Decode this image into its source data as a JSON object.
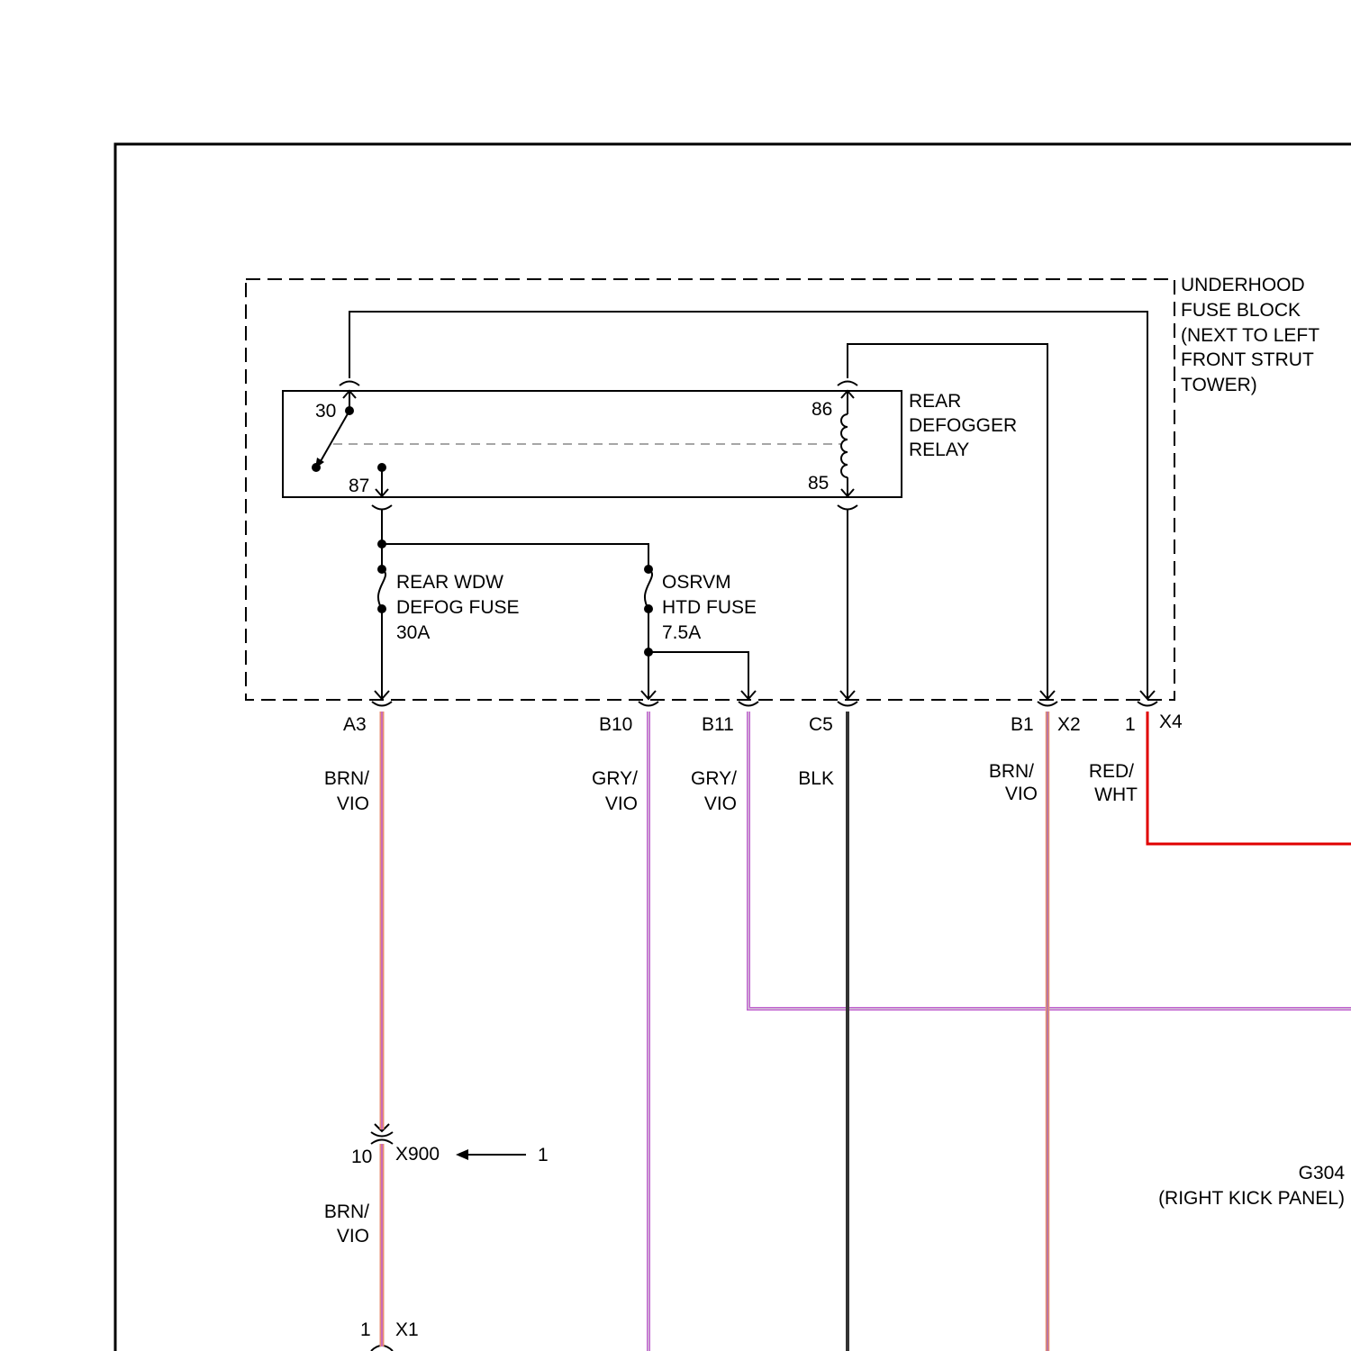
{
  "colors": {
    "BRN/VIO": [
      "#e89070",
      "#c060d0"
    ],
    "GRY/VIO": [
      "#c8c8c8",
      "#c060d0"
    ],
    "BLK": [
      "#333333",
      "#333333"
    ],
    "RED/WHT": [
      "#e00000",
      "#e00000"
    ]
  },
  "fuse_block": {
    "label": [
      "UNDERHOOD",
      "FUSE BLOCK",
      "(NEXT TO LEFT",
      "FRONT STRUT",
      "TOWER)"
    ]
  },
  "relay": {
    "label": [
      "REAR",
      "DEFOGGER",
      "RELAY"
    ],
    "pins": [
      "30",
      "87",
      "86",
      "85"
    ]
  },
  "fuses": [
    {
      "lines": [
        "REAR WDW",
        "DEFOG FUSE",
        "30A"
      ]
    },
    {
      "lines": [
        "OSRVM",
        "HTD FUSE",
        "7.5A"
      ]
    }
  ],
  "terminals": [
    "A3",
    "B10",
    "B11",
    "C5",
    "B1",
    "1"
  ],
  "connectors": [
    "X2",
    "X4",
    "X900",
    "X1"
  ],
  "wires": [
    {
      "lines": [
        "BRN/",
        "VIO"
      ]
    },
    {
      "lines": [
        "GRY/",
        "VIO"
      ]
    },
    {
      "lines": [
        "GRY/",
        "VIO"
      ]
    },
    {
      "lines": [
        "BLK"
      ]
    },
    {
      "lines": [
        "BRN/",
        "VIO"
      ]
    },
    {
      "lines": [
        "RED/",
        "WHT"
      ]
    },
    {
      "lines": [
        "BRN/",
        "VIO"
      ]
    }
  ],
  "inline_connector": {
    "pin": "10",
    "ref_number": "1"
  },
  "x1_pin": "1",
  "ground": {
    "name": "G304",
    "location": "(RIGHT KICK PANEL)"
  }
}
